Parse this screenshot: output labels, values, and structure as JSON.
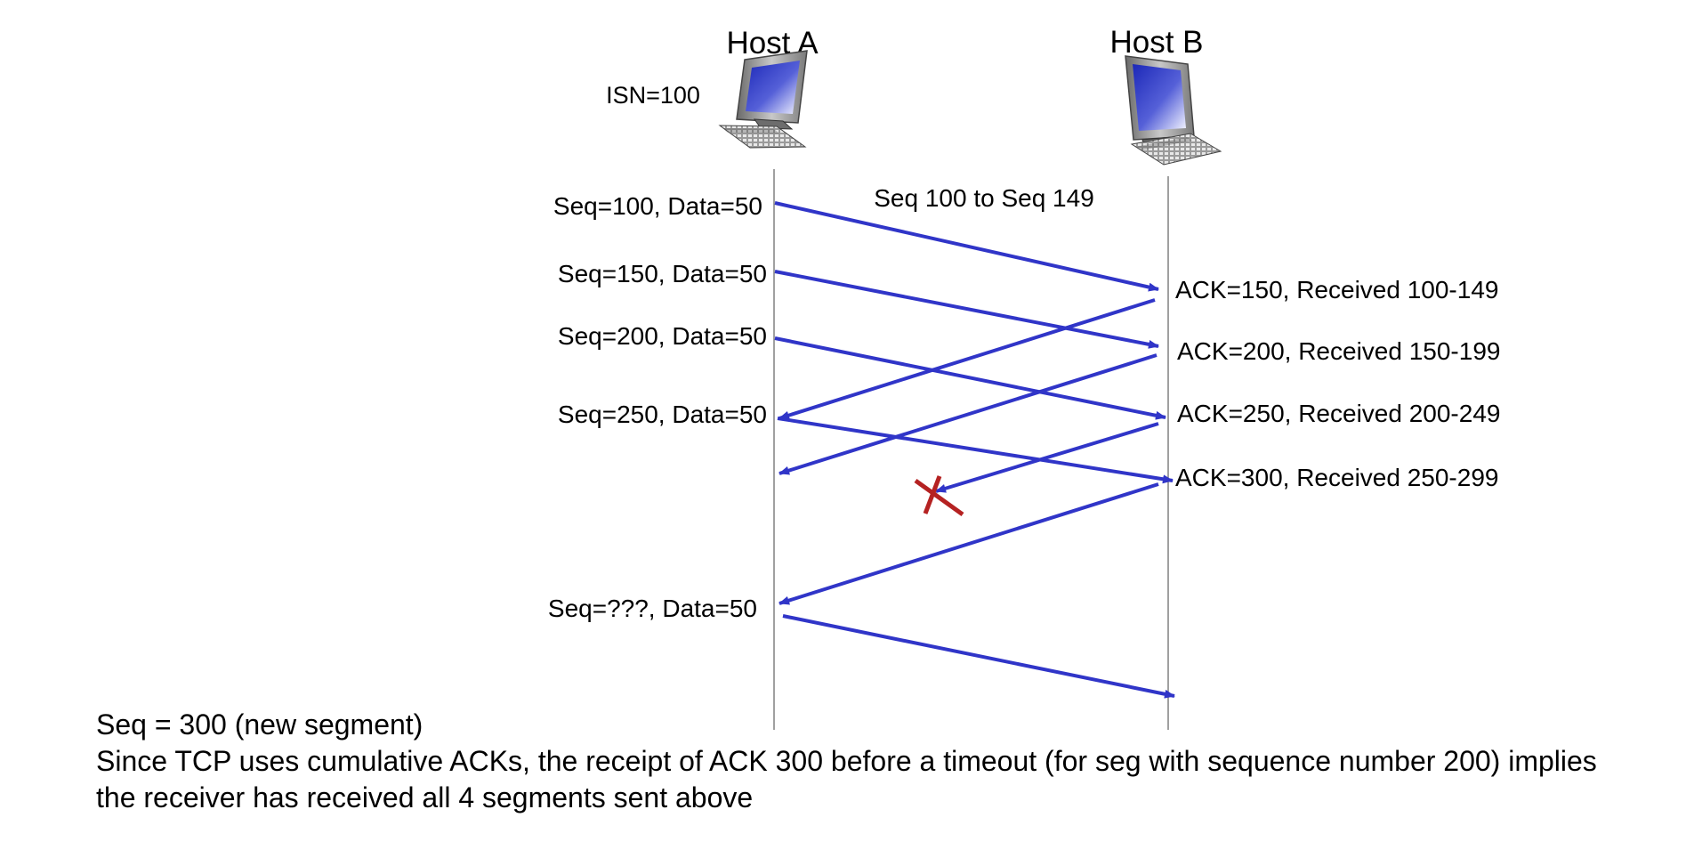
{
  "hosts": {
    "a": {
      "label": "Host A",
      "isn": "ISN=100"
    },
    "b": {
      "label": "Host B"
    }
  },
  "segment_labels": [
    "Seq=100, Data=50",
    "Seq=150, Data=50",
    "Seq=200, Data=50",
    "Seq=250, Data=50",
    "Seq=???, Data=50"
  ],
  "seq_range_label": "Seq 100 to Seq 149",
  "ack_labels": [
    "ACK=150, Received 100-149",
    "ACK=200, Received 150-199",
    "ACK=250, Received 200-249",
    "ACK=300, Received 250-299"
  ],
  "lost_ack": "ACK=250, Received 200-249",
  "footer": {
    "answer": "Seq = 300 (new segment)",
    "explanation_line1": "Since TCP uses cumulative ACKs, the receipt of ACK 300 before a timeout (for seg with sequence number 200) implies",
    "explanation_line2": "the receiver has received all 4 segments sent above"
  },
  "colors": {
    "arrow": "#3035c8",
    "lost_marker": "#b52222",
    "timeline": "#808080",
    "monitor_screen": "#3a45c8"
  }
}
